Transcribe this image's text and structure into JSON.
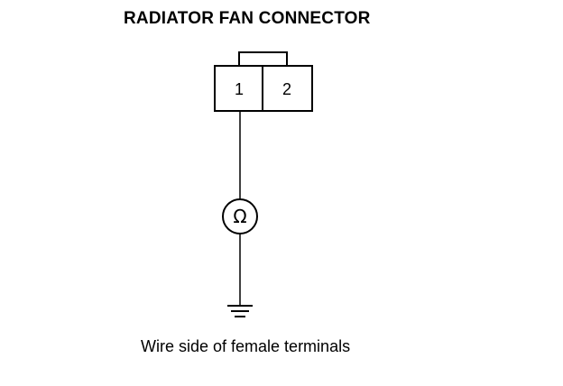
{
  "title": "RADIATOR FAN CONNECTOR",
  "connector": {
    "terminals": [
      "1",
      "2"
    ]
  },
  "meter": {
    "symbol": "Ω",
    "icon": "ohmmeter-icon"
  },
  "ground": {
    "icon": "ground-icon"
  },
  "caption": "Wire side of female terminals"
}
